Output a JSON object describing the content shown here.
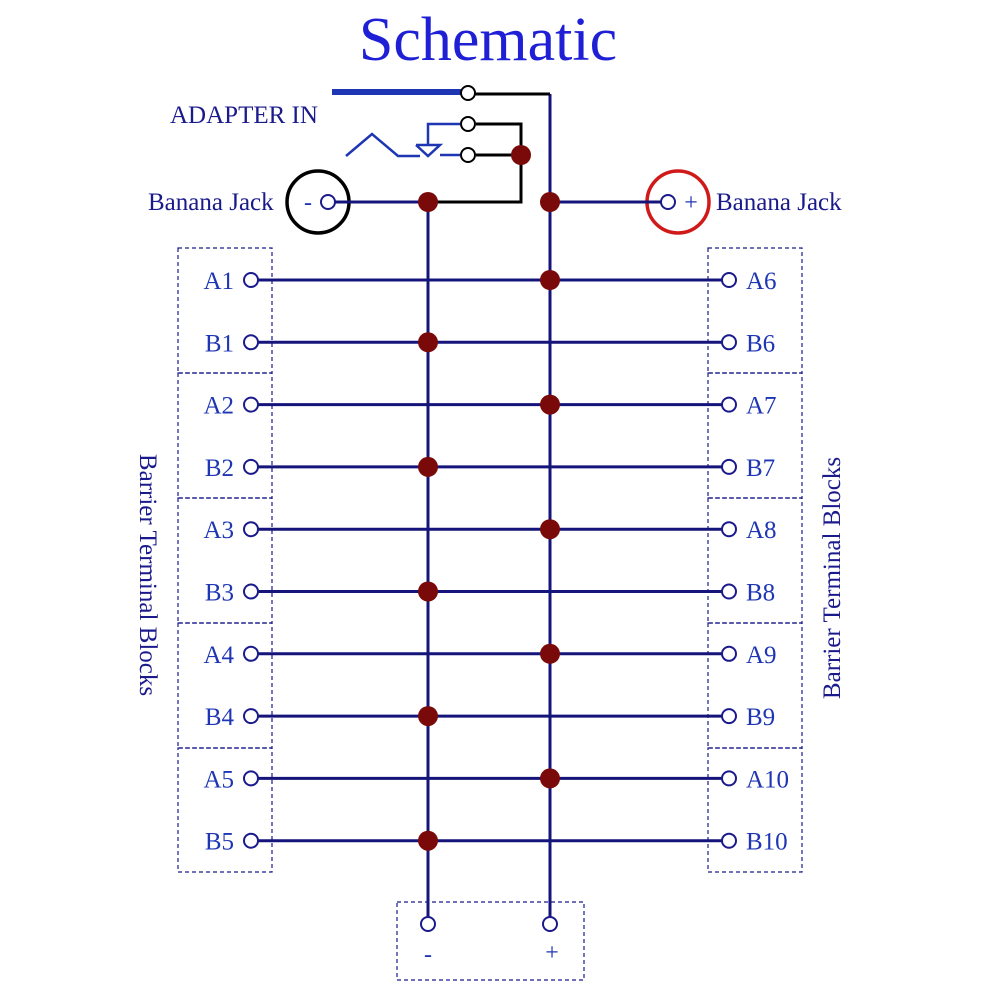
{
  "title": "Schematic",
  "adapter_label": "ADAPTER IN",
  "banana_left": {
    "label": "Banana Jack",
    "sign": "-"
  },
  "banana_right": {
    "label": "Banana Jack",
    "sign": "+"
  },
  "left_terminals": [
    "A1",
    "B1",
    "A2",
    "B2",
    "A3",
    "B3",
    "A4",
    "B4",
    "A5",
    "B5"
  ],
  "right_terminals": [
    "A6",
    "B6",
    "A7",
    "B7",
    "A8",
    "B8",
    "A9",
    "B9",
    "A10",
    "B10"
  ],
  "left_block_label": "Barrier Terminal Blocks",
  "right_block_label": "Barrier Terminal Blocks",
  "bottom_connector": {
    "minus": "-",
    "plus": "+"
  },
  "colors": {
    "title": "#1f1fd6",
    "wire": "#14147a",
    "junction": "#7a0a0a",
    "banana_negative": "#000000",
    "banana_positive": "#d01a1a"
  }
}
